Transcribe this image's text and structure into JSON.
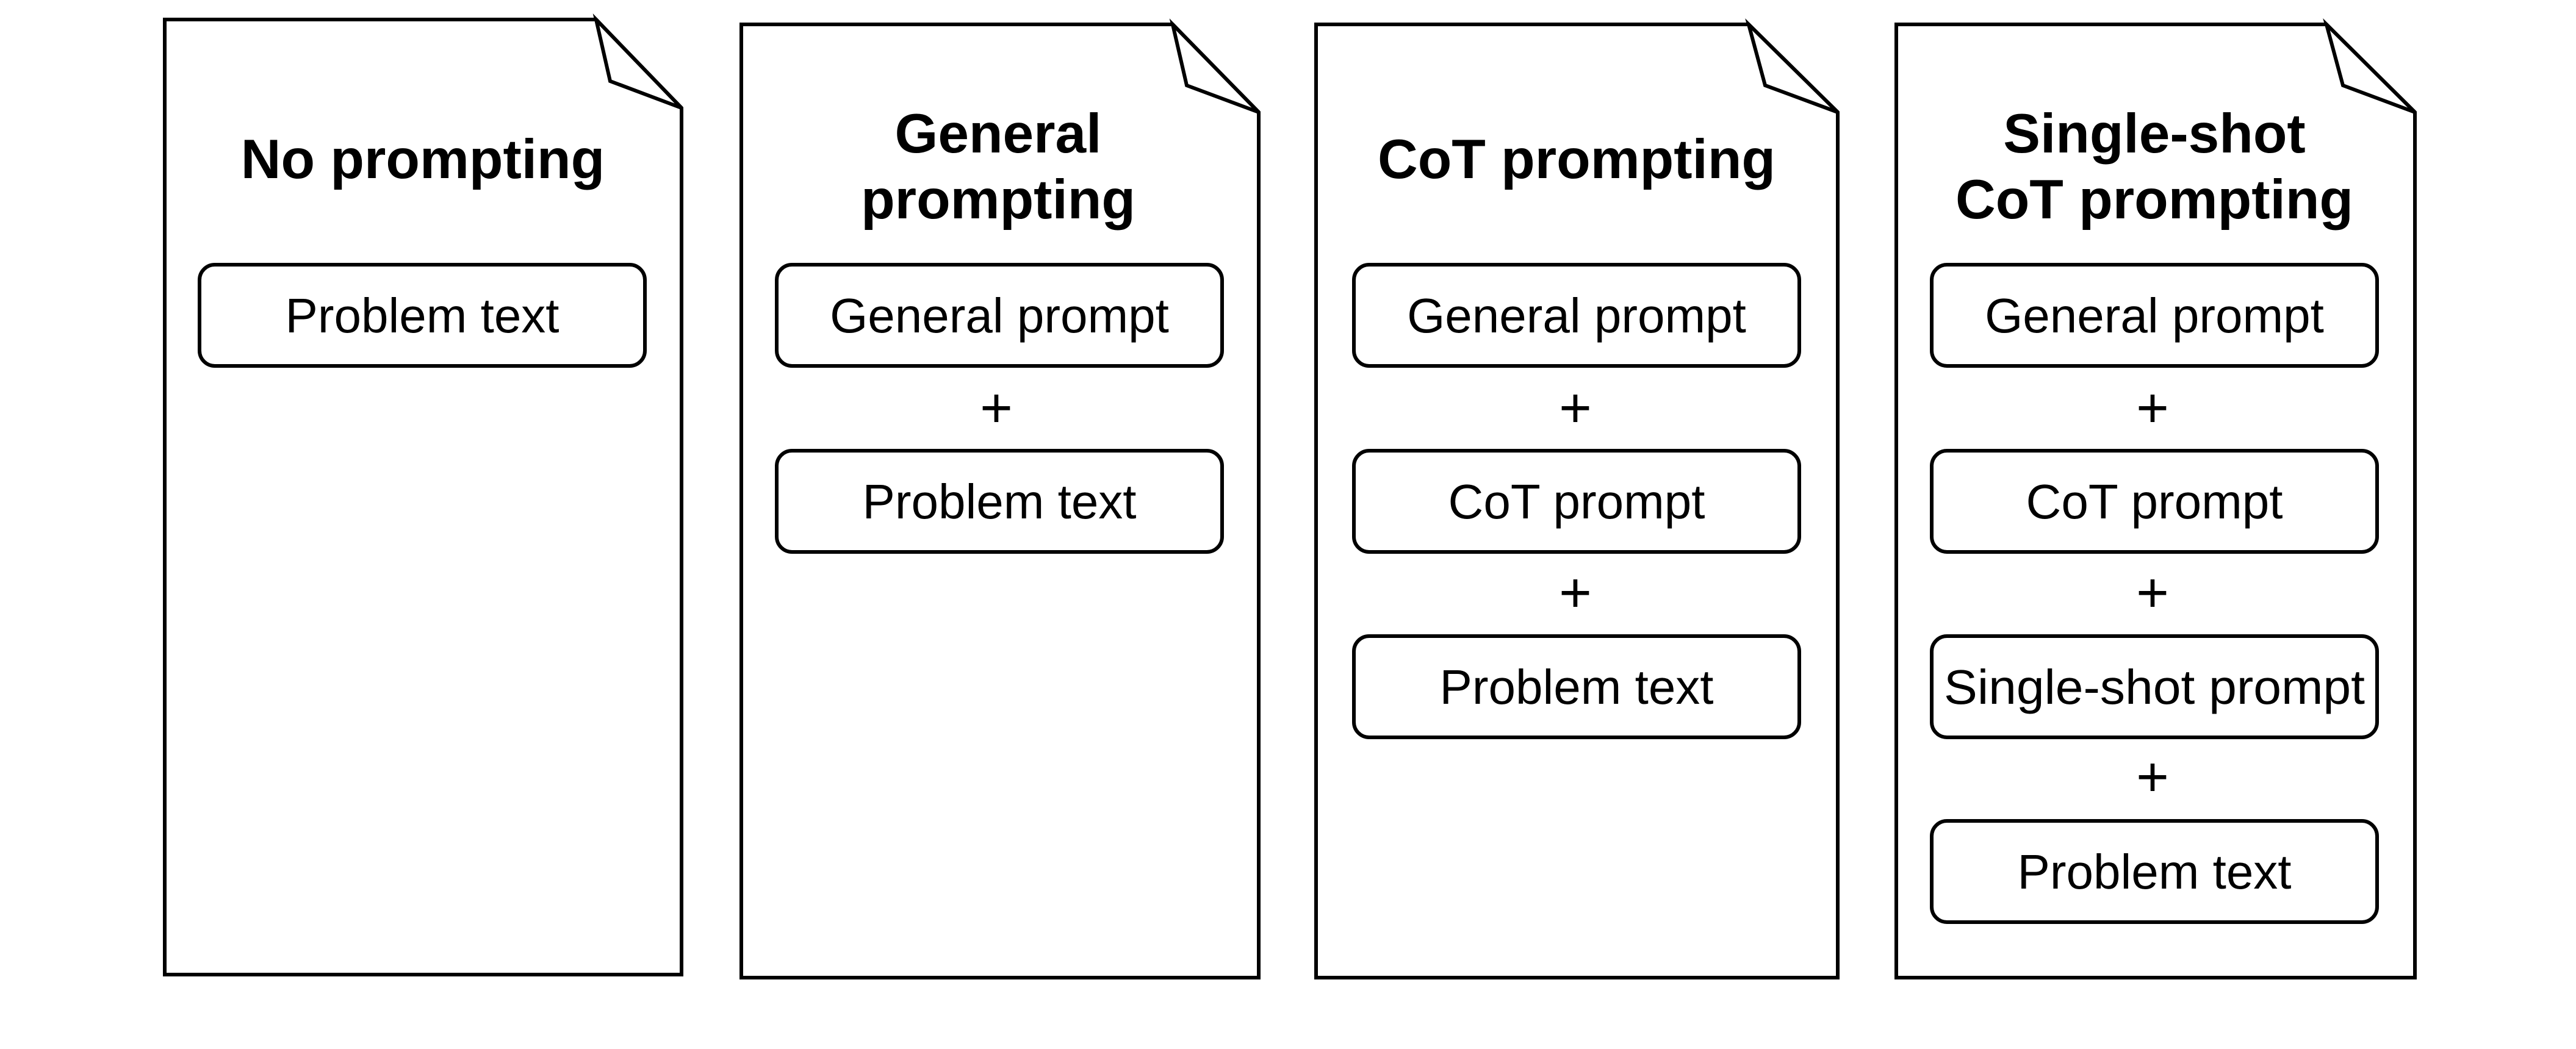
{
  "cards": [
    {
      "title_lines": [
        "No prompting"
      ],
      "items": [
        "Problem text"
      ]
    },
    {
      "title_lines": [
        "General",
        "prompting"
      ],
      "items": [
        "General prompt",
        "Problem text"
      ]
    },
    {
      "title_lines": [
        "CoT prompting"
      ],
      "items": [
        "General prompt",
        "CoT prompt",
        "Problem text"
      ]
    },
    {
      "title_lines": [
        "Single-shot",
        "CoT prompting"
      ],
      "items": [
        "General prompt",
        "CoT prompt",
        "Single-shot prompt",
        "Problem text"
      ]
    }
  ],
  "plus_symbol": "+"
}
